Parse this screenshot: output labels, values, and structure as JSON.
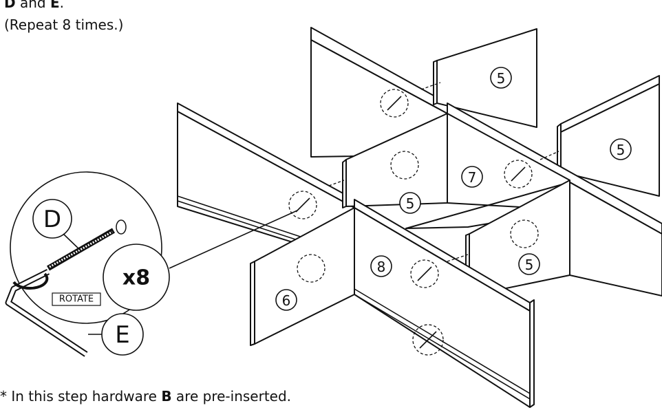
{
  "instruction": {
    "line1_part1": "D",
    "line1_part2": " and ",
    "line1_part3": "E",
    "line1_part4": ".",
    "line2": "(Repeat 8 times.)"
  },
  "footnote": {
    "prefix": "* In this step hardware ",
    "bold": "B",
    "suffix": " are pre-inserted."
  },
  "callout": {
    "part_d": "D",
    "part_e": "E",
    "quantity": "x8",
    "rotate_label": "ROTATE"
  },
  "panel_labels": {
    "back_right_top": "5",
    "right_side": "5",
    "center_left": "5",
    "center_back": "7",
    "front_right": "5",
    "front_center": "8",
    "front_left": "6"
  }
}
